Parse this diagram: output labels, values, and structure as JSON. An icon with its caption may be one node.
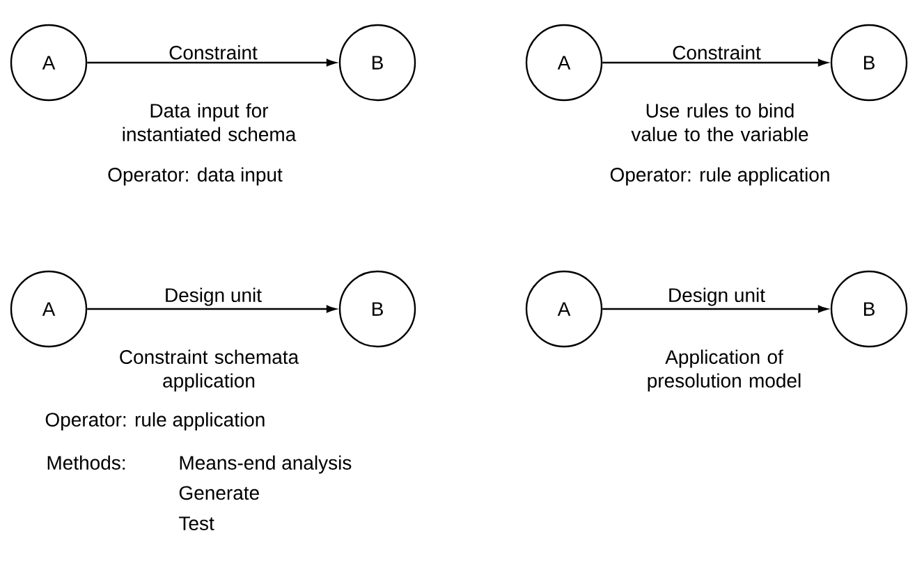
{
  "diagram": {
    "nodes": [
      {
        "text": [
          "A"
        ]
      },
      {
        "text": [
          "B"
        ]
      },
      {
        "text": [
          "A"
        ]
      },
      {
        "text": [
          "B"
        ]
      },
      {
        "text": [
          "A"
        ]
      },
      {
        "text": [
          "B"
        ]
      },
      {
        "text": [
          "A"
        ]
      },
      {
        "text": [
          "B"
        ]
      }
    ],
    "edges": [
      {
        "from": 0,
        "to": 1,
        "arrow": "to",
        "label": "Constraint"
      },
      {
        "from": 2,
        "to": 3,
        "arrow": "to",
        "label": "Constraint"
      },
      {
        "from": 4,
        "to": 5,
        "arrow": "to",
        "label": "Design unit"
      },
      {
        "from": 6,
        "to": 7,
        "arrow": "to",
        "label": "Design unit"
      }
    ],
    "labels": [
      "Data input for instantiated schema",
      "Operator: data input",
      "Use rules to bind value to the variable",
      "Operator: rule application",
      "Constraint schemata application",
      "Operator: rule application",
      "Methods:",
      "Means-end analysis",
      "Generate",
      "Test",
      "Application of presolution model"
    ]
  }
}
